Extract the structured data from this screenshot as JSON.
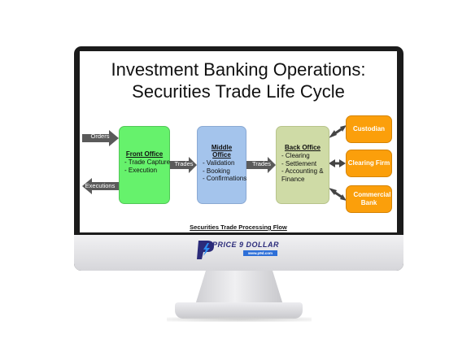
{
  "diagram": {
    "title_line1": "Investment Banking Operations:",
    "title_line2": "Securities Trade Life Cycle",
    "caption": "Securities Trade Processing Flow",
    "front_office": {
      "title": "Front Office",
      "items": [
        "- Trade Capture",
        "- Execution"
      ]
    },
    "middle_office": {
      "title": "Middle Office",
      "items": [
        "- Validation",
        "- Booking",
        "- Confirmations"
      ]
    },
    "back_office": {
      "title": "Back Office",
      "items": [
        "- Clearing",
        "- Settlement",
        "- Accounting &",
        "Finance"
      ]
    },
    "counterparties": [
      "Custodian",
      "Clearing Firm",
      "Commercial Bank"
    ],
    "arrow_labels": {
      "orders": "Orders",
      "executions": "Executions",
      "trades_1": "Trades",
      "trades_2": "Trades"
    },
    "colors": {
      "front_office": "#66f26c",
      "middle_office": "#a4c4ec",
      "back_office": "#cfdba6",
      "counterparty": "#fb9f0b",
      "arrow": "#5a5a5a"
    }
  },
  "logo": {
    "title": "PRICE 9 DOLLAR",
    "tagline": "www.p9d.com"
  }
}
